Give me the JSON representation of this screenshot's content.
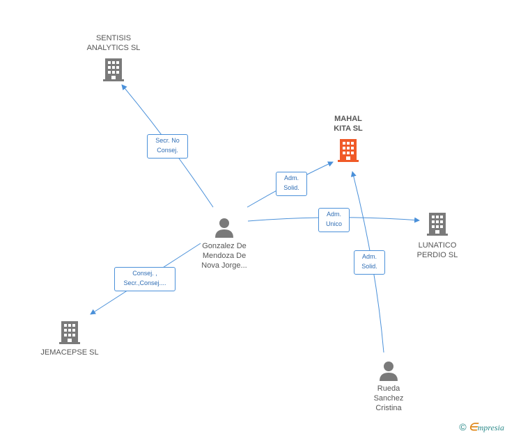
{
  "colors": {
    "edge": "#4a90d9",
    "company": "#7a7a7a",
    "company_main": "#f05a28",
    "person": "#7a7a7a"
  },
  "nodes": {
    "sentisis": {
      "label": "SENTISIS\nANALYTICS SL",
      "icon": "building-icon"
    },
    "mahal": {
      "label": "MAHAL\nKITA SL",
      "icon": "building-icon"
    },
    "lunatico": {
      "label": "LUNATICO\nPERDIO SL",
      "icon": "building-icon"
    },
    "jemacepse": {
      "label": "JEMACEPSE SL",
      "icon": "building-icon"
    },
    "gonzalez": {
      "label": "Gonzalez De\nMendoza De\nNova Jorge...",
      "icon": "person-icon"
    },
    "rueda": {
      "label": "Rueda\nSanchez\nCristina",
      "icon": "person-icon"
    }
  },
  "edges": {
    "sentisis": "Secr.  No\nConsej.",
    "mahal_gonzalez": "Adm.\nSolid.",
    "lunatico": "Adm.\nUnico",
    "jemacepse": "Consej. ,\nSecr.,Consej....",
    "mahal_rueda": "Adm.\nSolid."
  },
  "watermark": {
    "copyright": "©",
    "brand_e": "∈",
    "brand_rest": "mpresia"
  }
}
